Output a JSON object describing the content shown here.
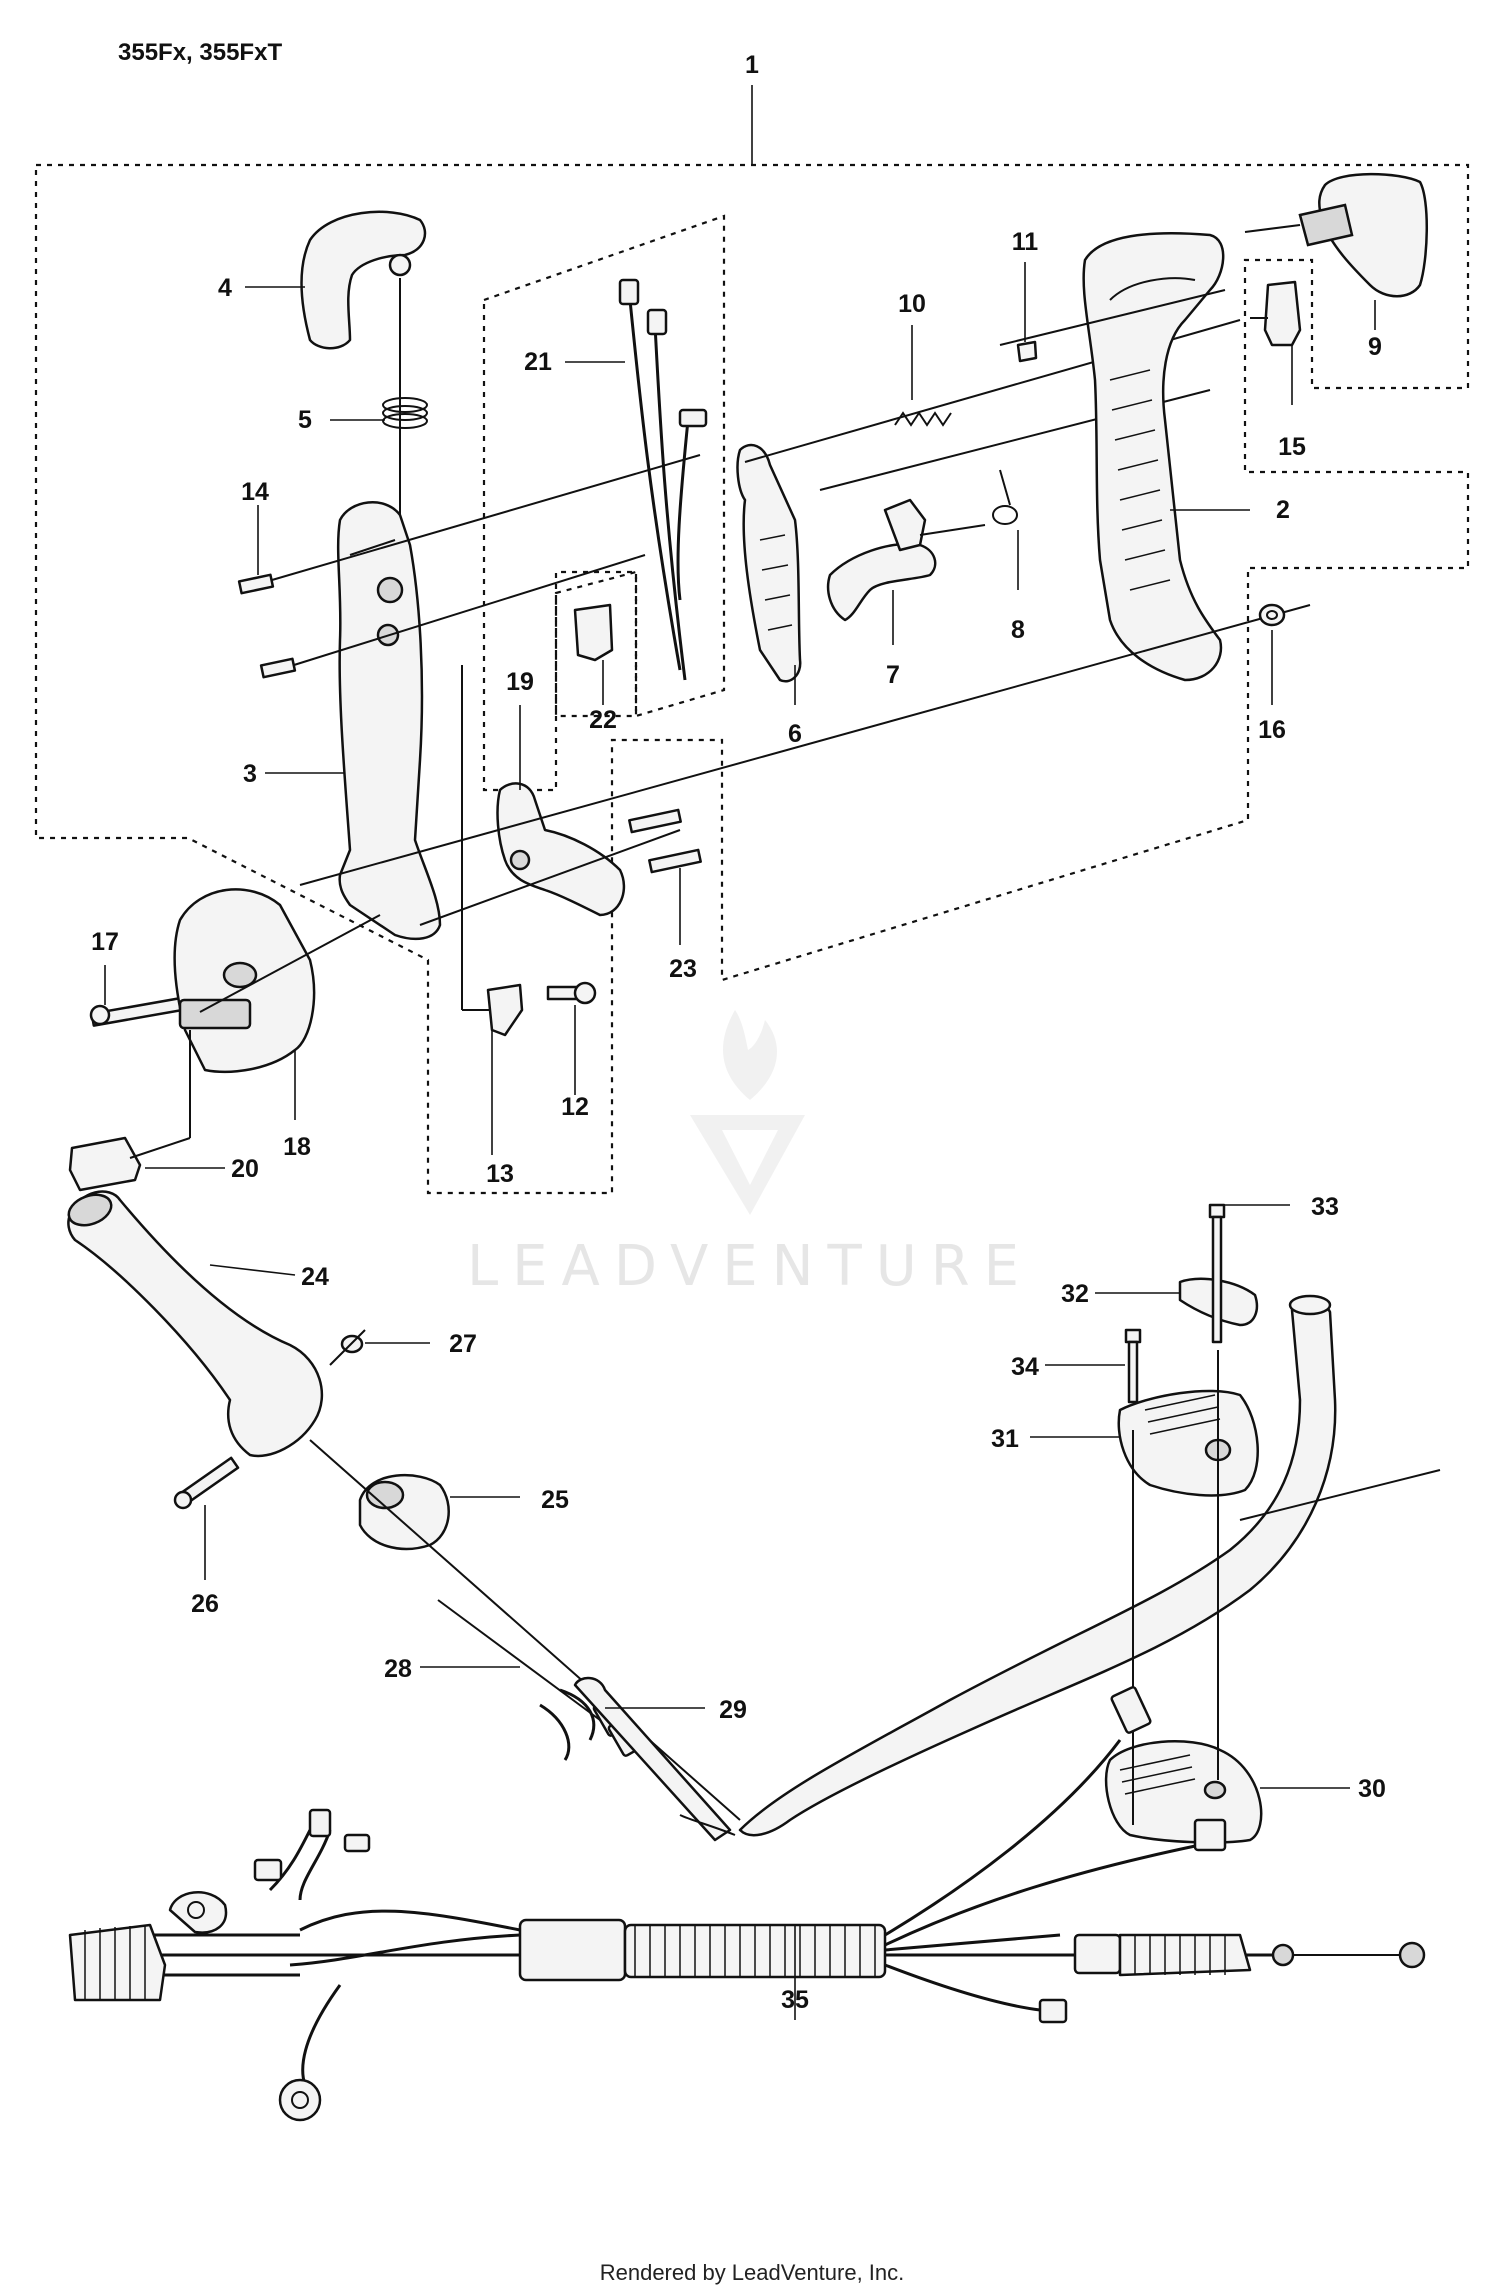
{
  "model_label": "355Fx, 355FxT",
  "footer_text": "Rendered by LeadVenture, Inc.",
  "watermark_text": "LEADVENTURE",
  "callouts": [
    "1",
    "2",
    "3",
    "4",
    "5",
    "6",
    "7",
    "8",
    "9",
    "10",
    "11",
    "12",
    "13",
    "14",
    "15",
    "16",
    "17",
    "18",
    "19",
    "20",
    "21",
    "22",
    "23",
    "24",
    "25",
    "26",
    "27",
    "28",
    "29",
    "30",
    "31",
    "32",
    "33",
    "34",
    "35"
  ]
}
